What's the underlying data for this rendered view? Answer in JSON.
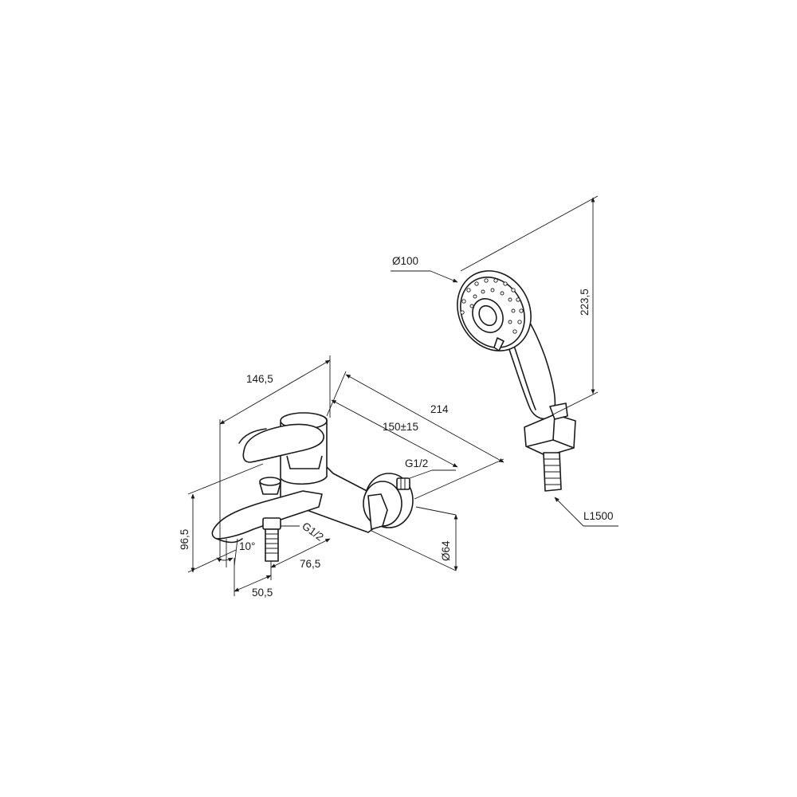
{
  "dimensions": {
    "faucet_width": "146,5",
    "total_length": "214",
    "inlet_distance": "150±15",
    "inlet_thread": "G1/2",
    "outlet_thread": "G1/2",
    "height": "96,5",
    "spout_angle": "10°",
    "spout_offset": "76,5",
    "spout_projection": "50,5",
    "escutcheon_diameter": "Ø64",
    "shower_head_diameter": "Ø100",
    "shower_head_length": "223,5",
    "hose_length": "L1500"
  }
}
